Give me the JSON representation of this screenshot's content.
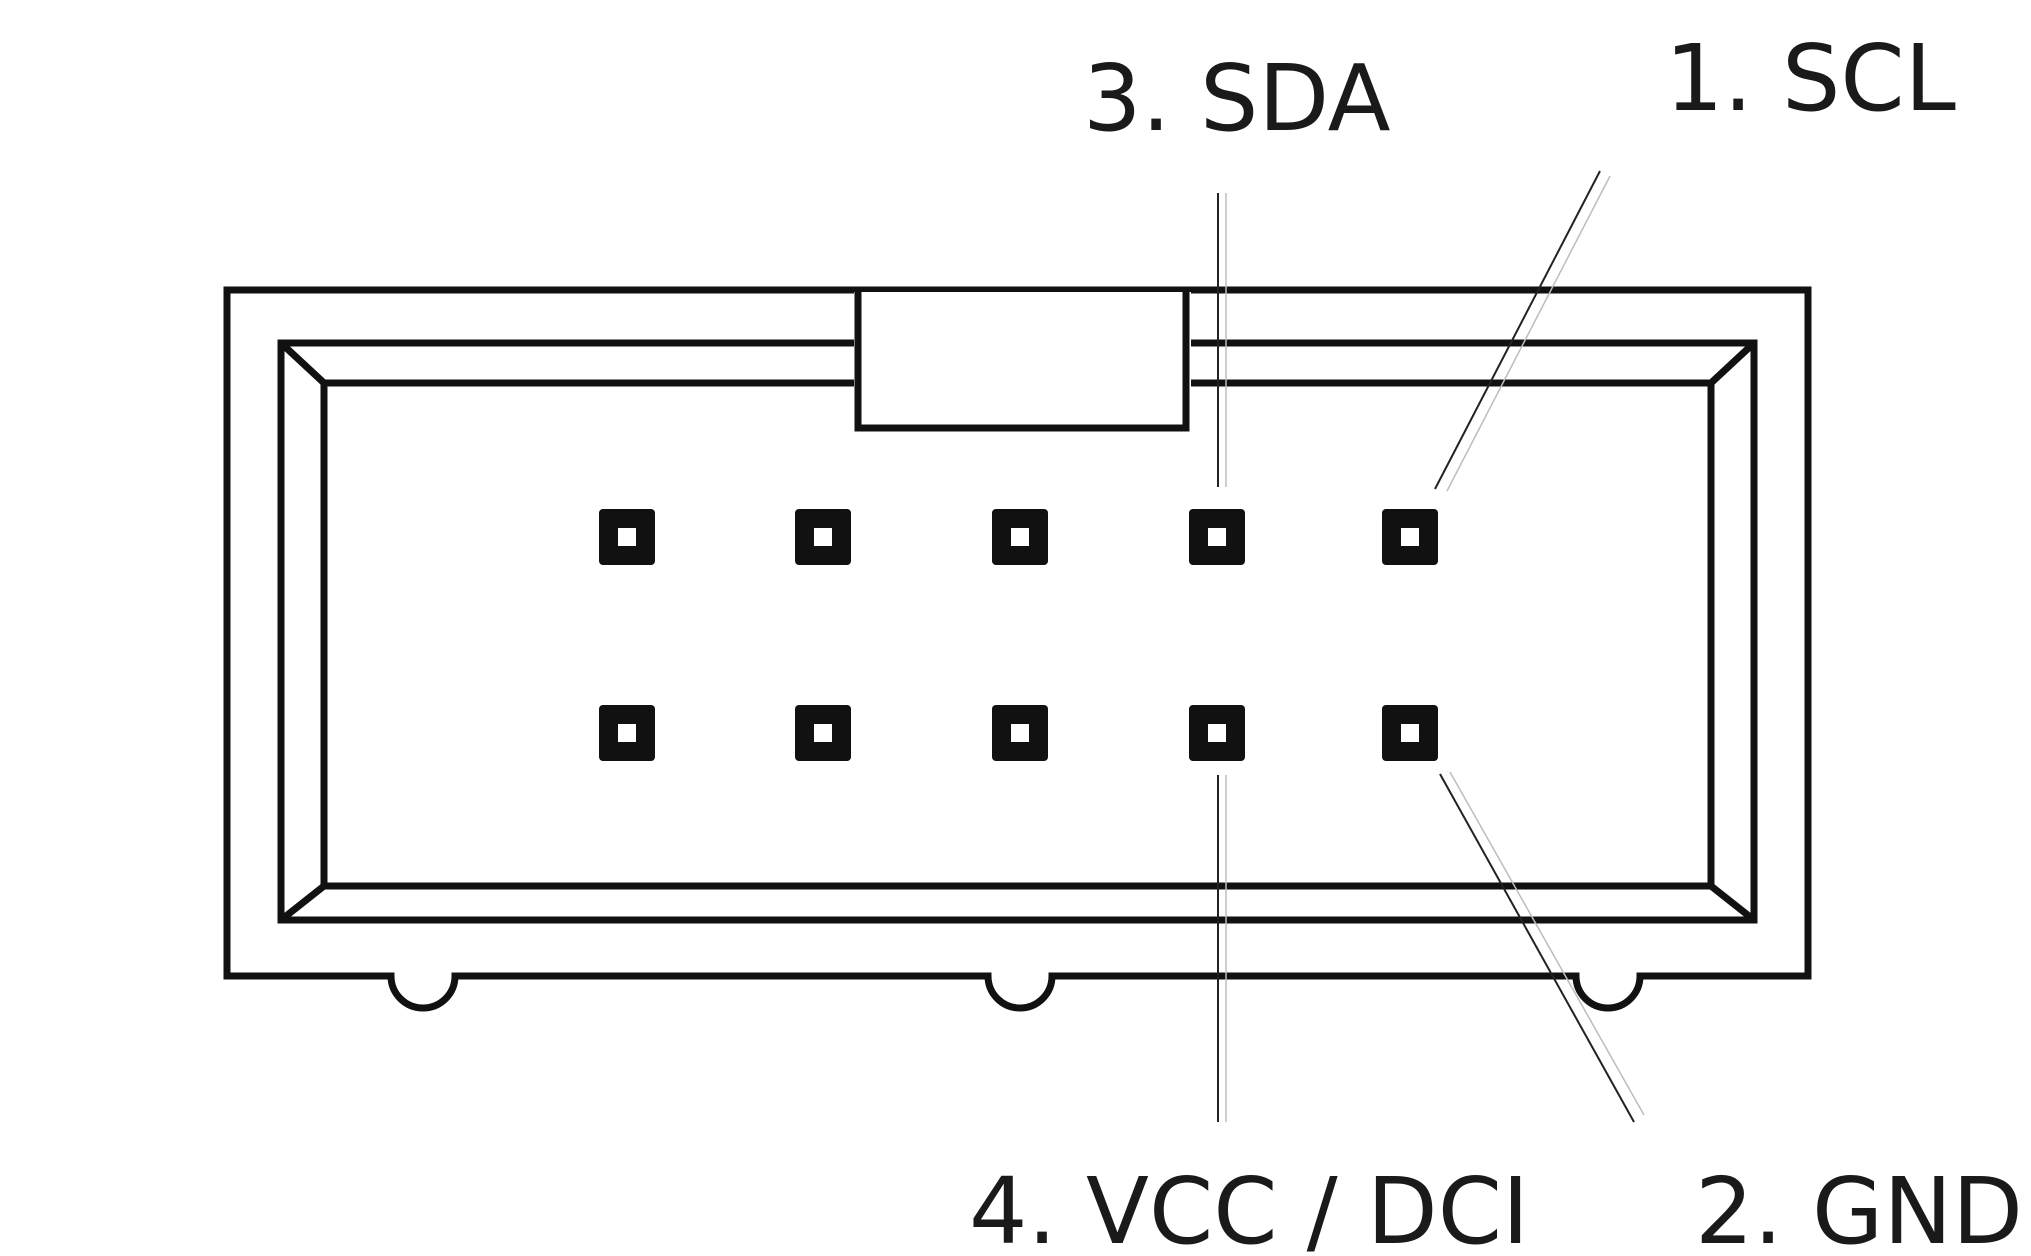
{
  "connector": {
    "pin_rows": 2,
    "pin_columns": 5,
    "colors": {
      "line": "#111111",
      "background": "#ffffff"
    }
  },
  "labels": {
    "pin1": "1. SCL",
    "pin2": "2. GND",
    "pin3": "3. SDA",
    "pin4": "4. VCC / DCI"
  }
}
